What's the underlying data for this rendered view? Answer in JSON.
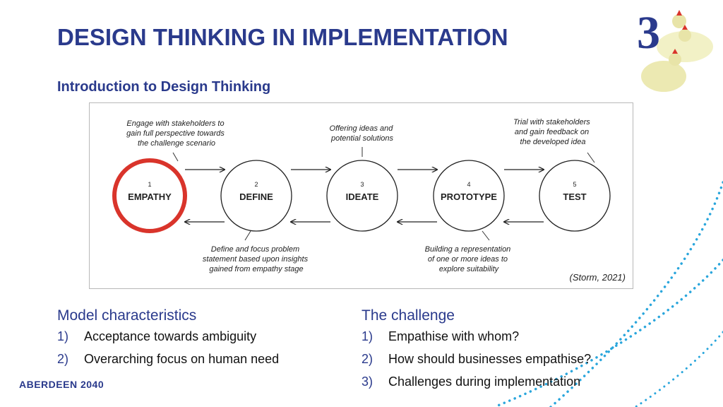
{
  "title": "DESIGN THINKING IN IMPLEMENTATION",
  "subtitle": "Introduction to Design Thinking",
  "diagram": {
    "stages": [
      {
        "num": "1",
        "name": "EMPATHY"
      },
      {
        "num": "2",
        "name": "DEFINE"
      },
      {
        "num": "3",
        "name": "IDEATE"
      },
      {
        "num": "4",
        "name": "PROTOTYPE"
      },
      {
        "num": "5",
        "name": "TEST"
      }
    ],
    "notes_top": {
      "empathy": [
        "Engage with stakeholders to",
        "gain full perspective towards",
        "the challenge scenario"
      ],
      "ideate": [
        "Offering ideas and",
        "potential solutions"
      ],
      "test": [
        "Trial with stakeholders",
        "and gain feedback on",
        "the developed idea"
      ]
    },
    "notes_bottom": {
      "define": [
        "Define and focus problem",
        "statement based upon insights",
        "gained from empathy stage"
      ],
      "prototype": [
        "Building a representation",
        "of one or more ideas to",
        "explore suitability"
      ]
    },
    "citation": "(Storm, 2021)",
    "highlight_color": "#d9342b"
  },
  "model": {
    "heading": "Model characteristics",
    "items": [
      {
        "num": "1)",
        "text": "Acceptance towards ambiguity"
      },
      {
        "num": "2)",
        "text": "Overarching focus on human need"
      }
    ]
  },
  "challenge": {
    "heading": "The challenge",
    "items": [
      {
        "num": "1)",
        "text": "Empathise with whom?"
      },
      {
        "num": "2)",
        "text": "How should businesses empathise?"
      },
      {
        "num": "3)",
        "text": "Challenges during implementation"
      }
    ]
  },
  "footer": "ABERDEEN 2040",
  "colors": {
    "brand_blue": "#2a3a8c",
    "dots": "#2aa6dc"
  }
}
